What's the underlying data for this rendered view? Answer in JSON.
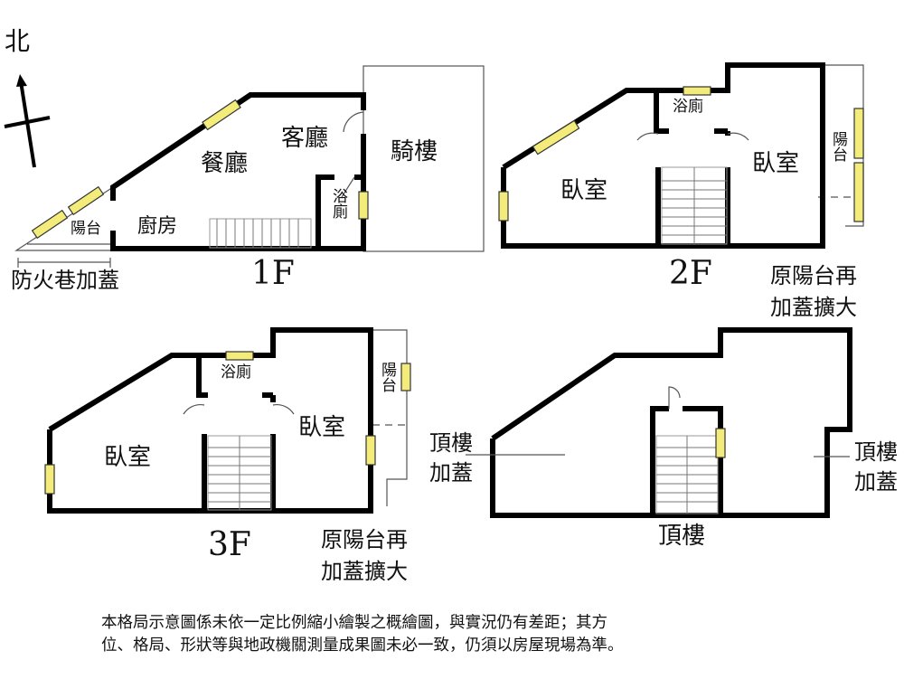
{
  "compass": {
    "north_label": "北"
  },
  "floors": {
    "f1": {
      "label": "1F",
      "rooms": {
        "dining": "餐廳",
        "living": "客廳",
        "arcade": "騎樓",
        "kitchen": "廚房",
        "balcony": "陽台",
        "bath": "浴廁"
      },
      "note": "防火巷加蓋"
    },
    "f2": {
      "label": "2F",
      "rooms": {
        "bedroom_left": "臥室",
        "bedroom_right": "臥室",
        "bath": "浴廁",
        "balcony": "陽台"
      },
      "note_line1": "原陽台再",
      "note_line2": "加蓋擴大"
    },
    "f3": {
      "label": "3F",
      "rooms": {
        "bedroom_left": "臥室",
        "bedroom_right": "臥室",
        "bath": "浴廁",
        "balcony": "陽台"
      },
      "note_line1": "原陽台再",
      "note_line2": "加蓋擴大"
    },
    "roof": {
      "label": "頂樓",
      "left_note_line1": "頂樓",
      "left_note_line2": "加蓋",
      "right_note_line1": "頂樓",
      "right_note_line2": "加蓋"
    }
  },
  "footnote": {
    "line1": "本格局示意圖係未依一定比例縮小繪製之概繪圖，與實況仍有差距；其方",
    "line2": "位、格局、形狀等與地政機關測量成果圖未必一致，仍須以房屋現場為準。"
  }
}
